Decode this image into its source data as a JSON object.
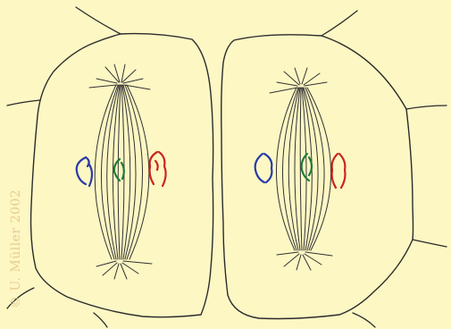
{
  "copyright": "© U. Müller 2002",
  "colors": {
    "background": "#fdf7c4",
    "outline": "#2b2b2b",
    "spindle": "#333333",
    "chromosome_blue": "#2a3aa8",
    "chromosome_green": "#1f7a3a",
    "chromosome_red": "#c8261f",
    "watermark": "#e7cc8c"
  },
  "chromosomes": [
    {
      "cell": "left",
      "color_key": "chromosome_blue"
    },
    {
      "cell": "left",
      "color_key": "chromosome_green"
    },
    {
      "cell": "left",
      "color_key": "chromosome_red"
    },
    {
      "cell": "right",
      "color_key": "chromosome_blue"
    },
    {
      "cell": "right",
      "color_key": "chromosome_green"
    },
    {
      "cell": "right",
      "color_key": "chromosome_red"
    }
  ]
}
